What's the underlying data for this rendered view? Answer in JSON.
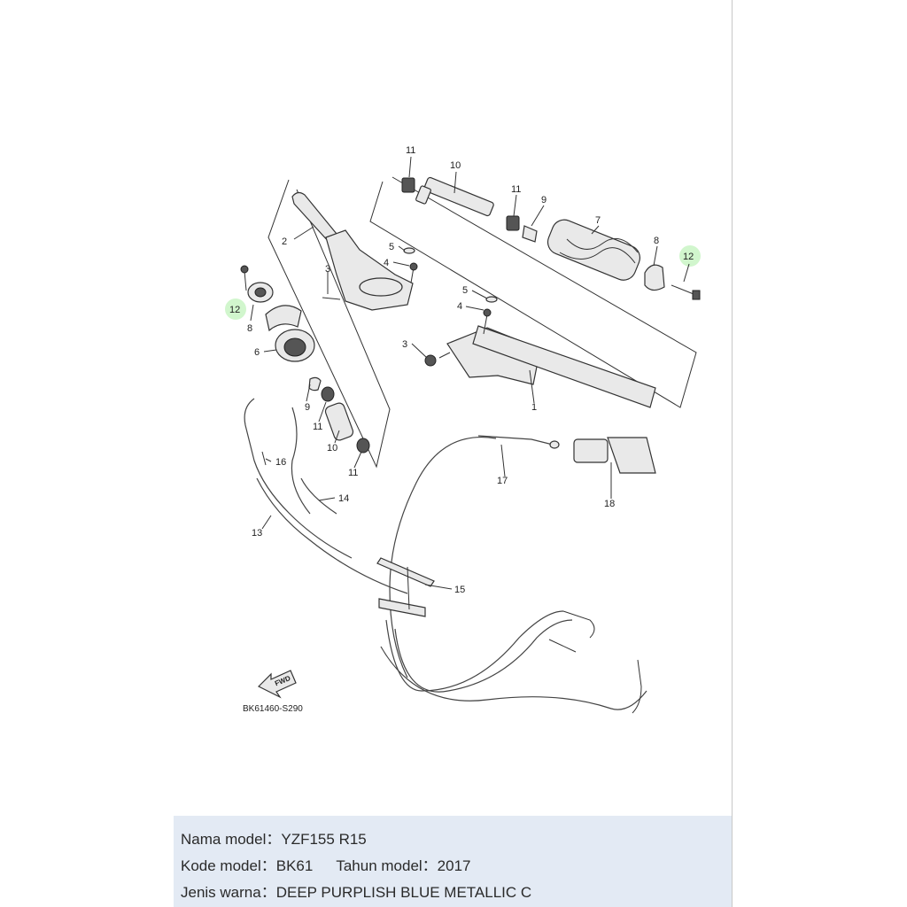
{
  "diagram": {
    "code": "BK61460-S290",
    "fwd_label": "FWD",
    "labels": {
      "p1": "1",
      "p2": "2",
      "p3a": "3",
      "p3b": "3",
      "p4a": "4",
      "p4b": "4",
      "p5a": "5",
      "p5b": "5",
      "p6": "6",
      "p7": "7",
      "p8a": "8",
      "p8b": "8",
      "p9a": "9",
      "p9b": "9",
      "p10a": "10",
      "p10b": "10",
      "p11a": "11",
      "p11b": "11",
      "p11c": "11",
      "p11d": "11",
      "p12a": "12",
      "p12b": "12",
      "p13": "13",
      "p14": "14",
      "p15": "15",
      "p16": "16",
      "p17": "17",
      "p18": "18"
    },
    "highlight_color": "#c9f5c4"
  },
  "info": {
    "model_name_label": "Nama model：",
    "model_name": "YZF155 R15",
    "model_code_label": "Kode model：",
    "model_code": "BK61",
    "model_year_label": "Tahun model：",
    "model_year": "2017",
    "color_label": "Jenis warna：",
    "color": "DEEP PURPLISH BLUE METALLIC C"
  }
}
